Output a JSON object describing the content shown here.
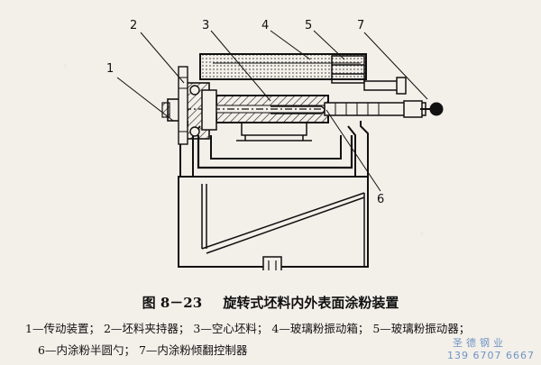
{
  "diagram": {
    "labels": {
      "n1": "1",
      "n2": "2",
      "n3": "3",
      "n4": "4",
      "n5": "5",
      "n6": "6",
      "n7": "7"
    }
  },
  "caption": {
    "figure": "图 8－23",
    "title": "旋转式坯料内外表面涂粉装置"
  },
  "legend": {
    "items": [
      "1—传动装置；",
      "2—坯料夹持器；",
      "3—空心坯料；",
      "4—玻璃粉振动箱；",
      "5—玻璃粉振动器；",
      "6—内涂粉半圆勺；",
      "7—内涂粉倾翻控制器"
    ]
  },
  "watermark": {
    "line1": "圣德钢业",
    "line2": "139 6707 6667"
  },
  "colors": {
    "ink": "#111111",
    "paper": "#f3efe9",
    "watermark": "#6f95c4"
  }
}
